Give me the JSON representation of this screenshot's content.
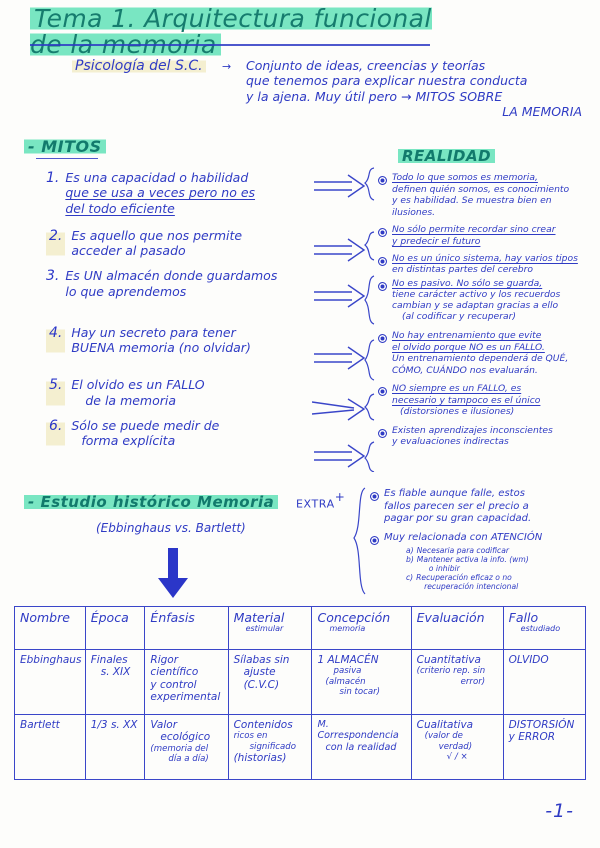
{
  "page": {
    "number": "-1-",
    "accent_teal": "#147c6e",
    "accent_blue": "#2f3bc4",
    "highlight_green": "#79e6c2",
    "highlight_yellow": "#f4efd0"
  },
  "title": "Tema 1. Arquitectura funcional de la memoria",
  "intro": {
    "term": "Psicología del S.C.",
    "arrow": "→",
    "line1": "Conjunto de ideas, creencias y teorías",
    "line2": "que tenemos para explicar nuestra conducta",
    "line3": "y la ajena. Muy útil pero → MITOS SOBRE",
    "line4": "LA MEMORIA"
  },
  "mitos": {
    "heading": "- MITOS",
    "items": [
      {
        "n": "1.",
        "lines": [
          "Es una capacidad o habilidad",
          "que se usa a veces pero no es",
          "del todo eficiente"
        ]
      },
      {
        "n": "2.",
        "lines": [
          "Es aquello que nos permite",
          "acceder al pasado"
        ]
      },
      {
        "n": "3.",
        "lines": [
          "Es UN almacén donde guardamos",
          "lo que aprendemos"
        ]
      },
      {
        "n": "4.",
        "lines": [
          "Hay un secreto para tener",
          "BUENA memoria (no olvidar)"
        ]
      },
      {
        "n": "5.",
        "lines": [
          "El olvido es un FALLO",
          "de la memoria"
        ]
      },
      {
        "n": "6.",
        "lines": [
          "Sólo se puede medir de",
          "forma explícita"
        ]
      }
    ]
  },
  "realidad": {
    "heading": "REALIDAD",
    "items": [
      {
        "lines": [
          "Todo lo que somos es memoria,",
          "definen quién somos, es conocimiento",
          "y es habilidad. Se muestra bien en",
          "ilusiones."
        ]
      },
      {
        "lines": [
          "No sólo permite recordar sino crear",
          "y predecir el futuro"
        ]
      },
      {
        "lines": [
          "No es un único sistema, hay varios tipos",
          "en distintas partes del cerebro"
        ]
      },
      {
        "lines": [
          "No es pasivo. No sólo se guarda,",
          "tiene carácter activo y los recuerdos",
          "cambian y se adaptan gracias a ello",
          "(al codificar y recuperar)"
        ]
      },
      {
        "lines": [
          "No hay entrenamiento que evite",
          "el olvido porque NO es un FALLO.",
          "Un entrenamiento dependerá de QUÉ,",
          "CÓMO, CUÁNDO nos evaluarán."
        ]
      },
      {
        "lines": [
          "NO siempre es un FALLO, es",
          "necesario y tampoco es el único",
          "(distorsiones e ilusiones)"
        ]
      },
      {
        "lines": [
          "Existen aprendizajes inconscientes",
          "y evaluaciones indirectas"
        ]
      }
    ]
  },
  "extra": {
    "label": "EXTRA",
    "plus": "+",
    "items": [
      {
        "lines": [
          "Es fiable aunque falle, estos",
          "fallos parecen ser el precio a",
          "pagar por su gran capacidad."
        ]
      },
      {
        "lines": [
          "Muy relacionada con ATENCIÓN"
        ]
      }
    ],
    "subitems": [
      {
        "tag": "a)",
        "lines": [
          "Necesaria para codificar"
        ]
      },
      {
        "tag": "b)",
        "lines": [
          "Mantener activa la info. (wm)",
          "o inhibir"
        ]
      },
      {
        "tag": "c)",
        "lines": [
          "Recuperación eficaz o no",
          "recuperación intencional"
        ]
      }
    ]
  },
  "estudio": {
    "heading": "- Estudio histórico Memoria",
    "subtitle": "(Ebbinghaus vs. Bartlett)"
  },
  "table": {
    "headers": [
      {
        "main": "Nombre",
        "sub": ""
      },
      {
        "main": "Época",
        "sub": ""
      },
      {
        "main": "Énfasis",
        "sub": ""
      },
      {
        "main": "Material",
        "sub": "estimular"
      },
      {
        "main": "Concepción",
        "sub": "memoria"
      },
      {
        "main": "Evaluación",
        "sub": ""
      },
      {
        "main": "Fallo",
        "sub": "estudiado"
      }
    ],
    "rows": [
      {
        "nombre": "Ebbinghaus",
        "epoca": [
          "Finales",
          "s. XIX"
        ],
        "enfasis": [
          "Rigor científico",
          "y control",
          "experimental"
        ],
        "material": [
          "Sílabas sin",
          "ajuste (C.V.C)"
        ],
        "concepcion": [
          "1 ALMACÉN",
          "pasiva",
          "(almacén",
          "sin tocar)"
        ],
        "evaluacion": [
          "Cuantitativa",
          "(criterio rep. sin",
          "error)"
        ],
        "fallo": [
          "OLVIDO"
        ]
      },
      {
        "nombre": "Bartlett",
        "epoca": [
          "1/3 s. XX"
        ],
        "enfasis": [
          "Valor",
          "ecológico",
          "(memoria del",
          "día a día)"
        ],
        "material": [
          "Contenidos",
          "ricos en",
          "significado",
          "(historias)"
        ],
        "concepcion": [
          "M. Correspondencia",
          "con la realidad"
        ],
        "evaluacion": [
          "Cualitativa",
          "(valor de",
          "verdad)",
          "√ / ×"
        ],
        "fallo": [
          "DISTORSIÓN",
          "y ERROR"
        ]
      }
    ]
  },
  "icons": {
    "down_arrow": "down-arrow-icon",
    "right_arrow": "right-arrow-icon",
    "brace": "curly-brace-icon"
  }
}
